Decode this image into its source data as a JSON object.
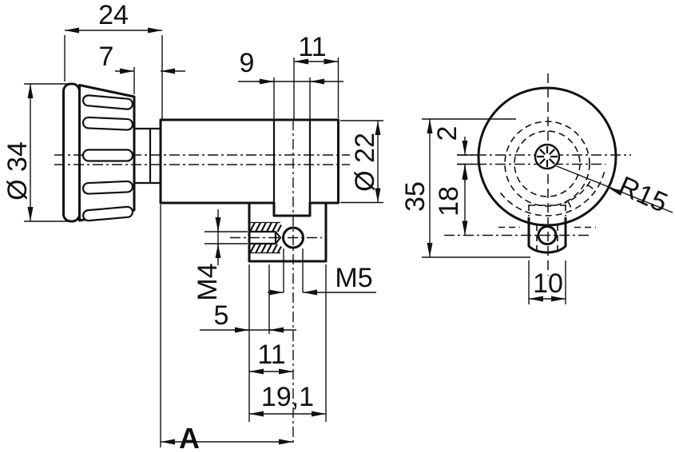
{
  "drawing": {
    "background": "#ffffff",
    "ink": "#111111",
    "side_view": {
      "dim_knob_length": "24",
      "dim_neck_length": "7",
      "dim_knob_diameter": "Ø 34",
      "dim_groove_width": "9",
      "dim_hole_to_face": "11",
      "dim_body_diameter": "Ø 22",
      "dim_set_screw_thread": "M4",
      "dim_clamp_thread": "M5",
      "dim_thread_depth": "5",
      "dim_hole_offset": "11",
      "dim_block_width": "19,1",
      "dim_variable_length": "A"
    },
    "front_view": {
      "dim_axis_offset": "2",
      "dim_hole_distance": "18",
      "dim_overall_height": "35",
      "dim_flute_radius": "R15",
      "dim_tab_width": "10"
    }
  }
}
